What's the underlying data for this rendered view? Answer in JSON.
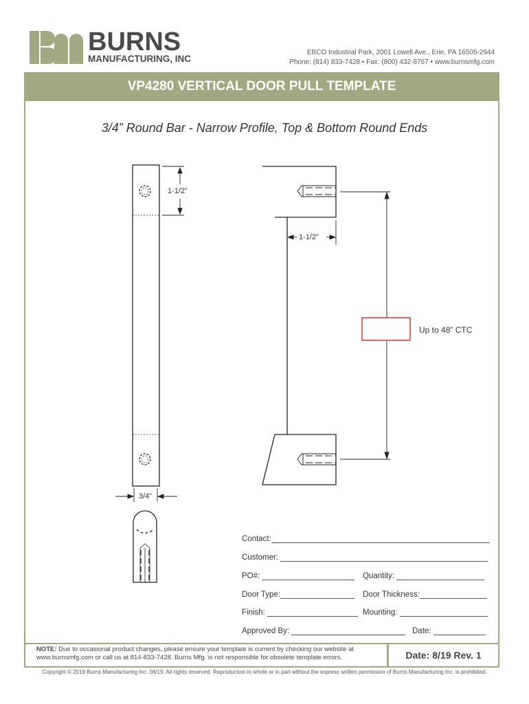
{
  "header": {
    "brand": "BURNS",
    "brand_sub": "MANUFACTURING, INC",
    "address": "EBCO Industrial Park, 2001 Lowell Ave., Erie, PA 16505-2944",
    "contact": "Phone: (814) 833-7428 • Fax: (800) 432-8767 • www.burnsmfg.com"
  },
  "title": "VP4280 VERTICAL DOOR PULL TEMPLATE",
  "subtitle": "3/4” Round Bar - Narrow Profile, Top & Bottom Round Ends",
  "dimensions": {
    "end_offset": "1-1/2”",
    "projection": "1-1/2”",
    "diameter": "3/4”",
    "ctc": "Up to 48” CTC"
  },
  "form": {
    "contact": "Contact:",
    "customer": "Customer:",
    "po": "PO#:",
    "quantity": "Quantity:",
    "door_type": "Door Type:",
    "door_thickness": "Door Thickness:",
    "finish": "Finish:",
    "mounting": "Mounting:",
    "approved_by": "Approved By:",
    "date": "Date:"
  },
  "note": {
    "label": "NOTE:",
    "text": "Due to occasional product changes, please ensure your template is current by checking our website at www.burnsmfg.com or call us at 814-833-7428. Burns Mfg. is not responsible for obsolete template errors."
  },
  "date_rev": "Date:  8/19 Rev. 1",
  "copyright": "Copyright © 2019 Burns Manufacturing Inc. 08/19. All rights reserved.  Reproduction in whole or in part without the express written permission of Burns Manufacturing Inc. is prohibited.",
  "colors": {
    "accent": "#a3a882",
    "ctc_box": "#d9363e"
  }
}
